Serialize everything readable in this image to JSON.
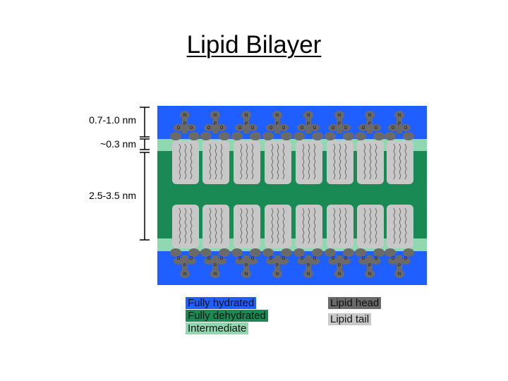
{
  "title": "Lipid Bilayer",
  "dimensions": {
    "head_region": "0.7-1.0 nm",
    "intermediate_region": "~0.3 nm",
    "tail_region": "2.5-3.5 nm"
  },
  "legend": {
    "fully_hydrated": "Fully hydrated",
    "fully_dehydrated": "Fully dehydrated",
    "intermediate": "Intermediate",
    "lipid_head": "Lipid head",
    "lipid_tail": "Lipid tail"
  },
  "colors": {
    "fully_hydrated": "#1f5eff",
    "fully_dehydrated": "#1a8a55",
    "intermediate": "#8fd8b0",
    "lipid_head": "#6a6a6a",
    "lipid_tail": "#c8c8c8"
  },
  "molecule_labels": {
    "n": "N",
    "p": "P",
    "o": "O"
  }
}
